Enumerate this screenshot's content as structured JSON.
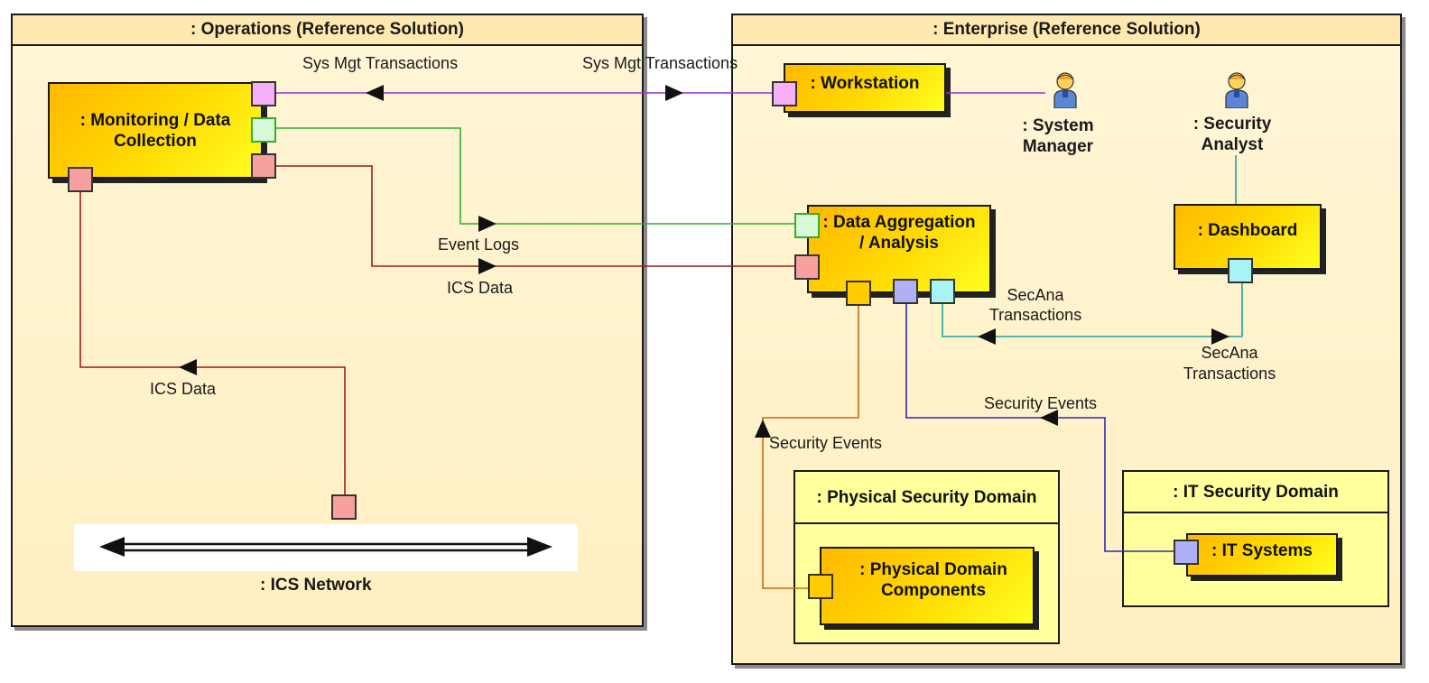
{
  "operations": {
    "title": ": Operations (Reference Solution)",
    "monitoring": ": Monitoring / Data Collection",
    "network": ": ICS Network"
  },
  "enterprise": {
    "title": ": Enterprise (Reference Solution)",
    "workstation": ": Workstation",
    "aggregation": ": Data Aggregation / Analysis",
    "dashboard": ": Dashboard",
    "system_manager": ": System Manager",
    "security_analyst": ": Security Analyst",
    "physical_domain": ": Physical Security Domain",
    "physical_components": ": Physical Domain Components",
    "it_domain": ": IT Security Domain",
    "it_systems": ": IT Systems"
  },
  "labels": {
    "sys_mgt_1": "Sys Mgt Transactions",
    "sys_mgt_2": "Sys Mgt Transactions",
    "event_logs": "Event Logs",
    "ics_data_1": "ICS Data",
    "ics_data_2": "ICS Data",
    "secana_1": "SecAna Transactions",
    "secana_2": "SecAna Transactions",
    "security_events_1": "Security Events",
    "security_events_2": "Security Events"
  },
  "colors": {
    "sys_mgt": "#9a2fd0",
    "event_logs": "#2fae2f",
    "ics_data": "#a01818",
    "secana": "#1aa7a0",
    "security_events_it": "#2a2ab0",
    "security_events_phys": "#c86a10"
  }
}
